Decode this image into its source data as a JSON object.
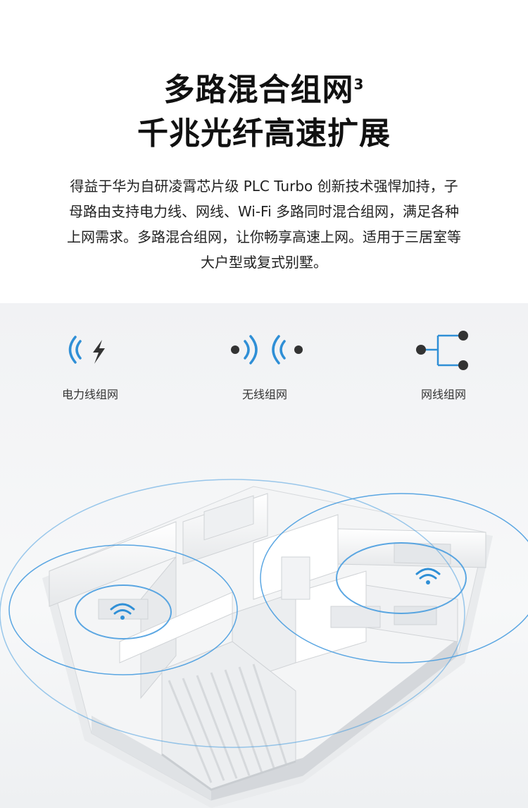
{
  "headline": {
    "line1": "多路混合组网",
    "line1_sup": "3",
    "line2": "千兆光纤高速扩展"
  },
  "description": {
    "line1": "得益于华为自研凌霄芯片级 PLC Turbo 创新技术强悍加持，子",
    "line2": "母路由支持电力线、网线、Wi-Fi 多路同时混合组网，满足各种",
    "line3": "上网需求。多路混合组网，让你畅享高速上网。适用于三居室等",
    "line4": "大户型或复式别墅。"
  },
  "features": [
    {
      "label": "电力线组网",
      "icon": "powerline-signal-icon"
    },
    {
      "label": "无线组网",
      "icon": "wireless-signal-icon"
    },
    {
      "label": "网线组网",
      "icon": "ethernet-branch-icon"
    }
  ],
  "colors": {
    "accent_blue": "#2f8fd6",
    "icon_dark": "#333333",
    "bg_gray": "#f3f4f6"
  }
}
